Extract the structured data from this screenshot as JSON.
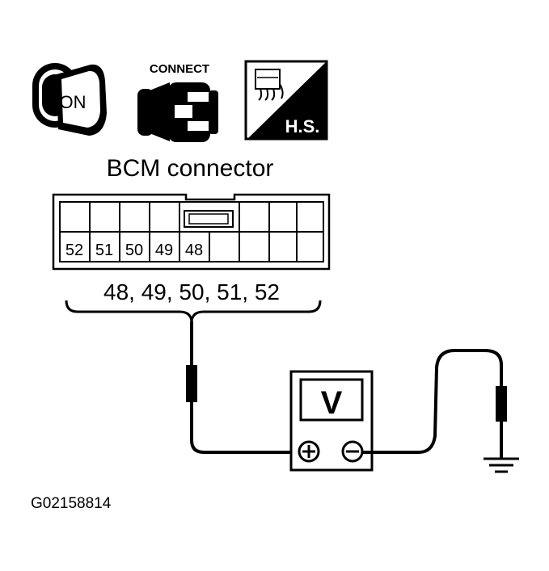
{
  "icons": {
    "ignition_label": "ON",
    "connect_label": "CONNECT",
    "harness_side_label": "H.S."
  },
  "connector": {
    "title": "BCM connector",
    "pins_row": [
      "52",
      "51",
      "50",
      "49",
      "48"
    ],
    "pin_list": "48, 49, 50, 51, 52"
  },
  "meter": {
    "label": "V",
    "plus": "+",
    "minus": "−"
  },
  "figure_id": "G02158814"
}
